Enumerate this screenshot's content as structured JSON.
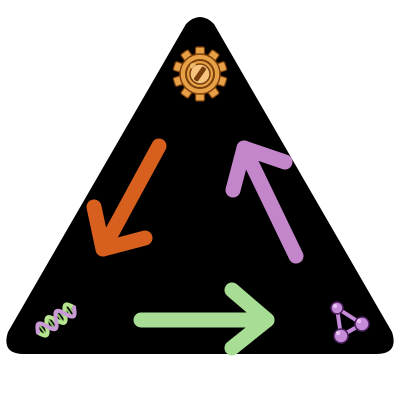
{
  "diagram": {
    "type": "cycle",
    "background_shape": "rounded-triangle",
    "background_color": "#000000",
    "page_color": "#ffffff",
    "nodes": [
      {
        "id": "gear",
        "icon": "gear-icon",
        "position": "top",
        "colors": {
          "fill": "#e8a146",
          "dark": "#7a3f0c",
          "light": "#f6c47e"
        }
      },
      {
        "id": "dna",
        "icon": "dna-icon",
        "position": "bottom-left",
        "colors": {
          "strand_a": "#b6e48e",
          "strand_b": "#c99ad6",
          "rung": "#8fc66b"
        }
      },
      {
        "id": "molecule",
        "icon": "molecule-icon",
        "position": "bottom-right",
        "colors": {
          "fill": "#c58ad8",
          "dark": "#4a1f5c",
          "light": "#e7c2f1"
        }
      }
    ],
    "arrows": [
      {
        "id": "gear-to-dna",
        "from": "gear",
        "to": "dna",
        "color": "#d8601e"
      },
      {
        "id": "dna-to-molecule",
        "from": "dna",
        "to": "molecule",
        "color": "#a8dd95"
      },
      {
        "id": "molecule-to-gear",
        "from": "molecule",
        "to": "gear",
        "color": "#c386ca"
      }
    ]
  }
}
